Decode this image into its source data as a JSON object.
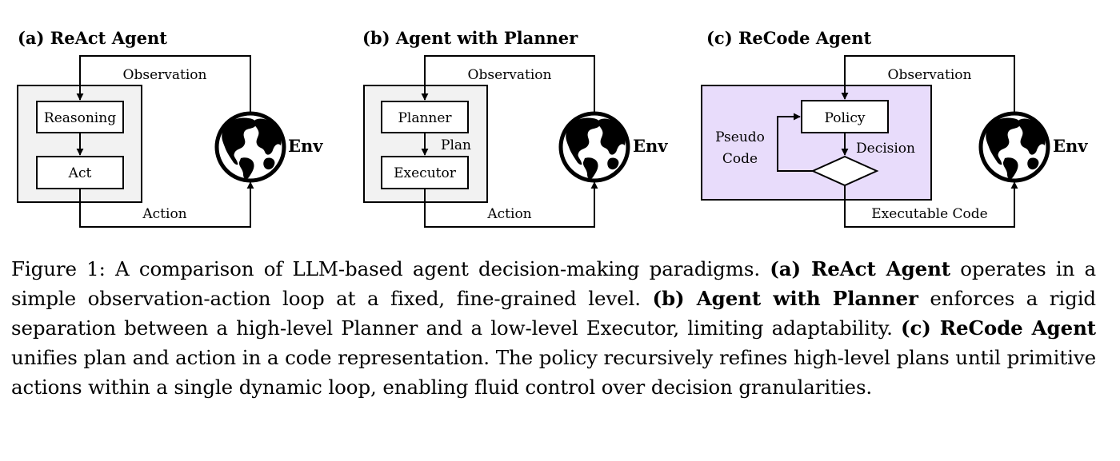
{
  "panels": {
    "a": {
      "title": "(a) ReAct Agent",
      "box1": "Reasoning",
      "box2": "Act",
      "observation": "Observation",
      "action": "Action",
      "env": "Env"
    },
    "b": {
      "title": "(b) Agent with Planner",
      "box1": "Planner",
      "box2": "Executor",
      "mid_label": "Plan",
      "observation": "Observation",
      "action": "Action",
      "env": "Env"
    },
    "c": {
      "title": "(c) ReCode Agent",
      "box1": "Policy",
      "decision": "Decision",
      "pseudo_line1": "Pseudo",
      "pseudo_line2": "Code",
      "observation": "Observation",
      "action": "Executable Code",
      "env": "Env"
    }
  },
  "caption": {
    "prefix": "Figure 1:  A comparison of LLM-based agent decision-making paradigms. ",
    "a_label": "(a) ",
    "a_name": "ReAct Agent",
    "a_text": " operates in a simple observation-action loop at a fixed, fine-grained level. ",
    "b_label": "(b) ",
    "b_name": "Agent with Planner",
    "b_text": " enforces a rigid separation between a high-level Planner and a low-level Executor, limiting adaptability. ",
    "c_label": "(c) ",
    "c_name": "ReCode Agent",
    "c_text": " unifies plan and action in a code representation. The policy recursively refines high-level plans until primitive actions within a single dynamic loop, enabling fluid control over decision granularities."
  },
  "colors": {
    "panel_gray": "#f2f2f2",
    "panel_purple": "#e8dcfb",
    "ink": "#000000"
  },
  "icons": [
    "globe-icon"
  ]
}
